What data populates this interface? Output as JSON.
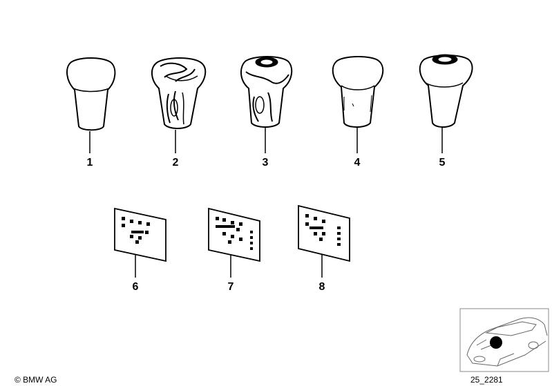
{
  "parts": {
    "labels": [
      "1",
      "2",
      "3",
      "4",
      "5",
      "6",
      "7",
      "8"
    ]
  },
  "footer": {
    "copyright": "© BMW AG",
    "diagram_id": "25_2281"
  }
}
